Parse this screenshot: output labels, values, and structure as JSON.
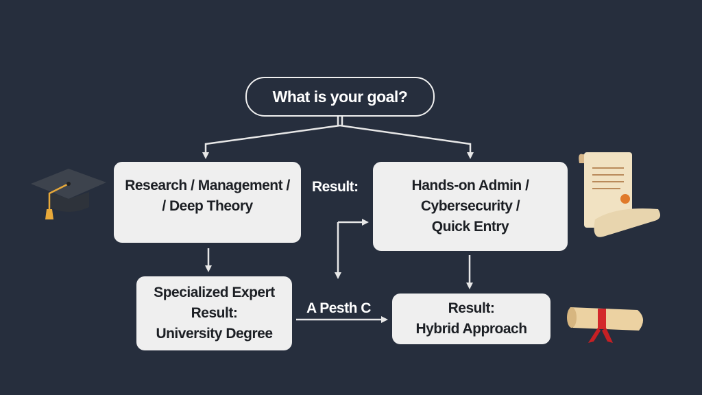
{
  "question": "What is your goal?",
  "nodes": {
    "theory": "Research / Management /\n/ Deep Theory",
    "practical": "Hands-on Admin /\nCybersecurity /\nQuick Entry",
    "degree": "Specialized Expert\nResult:\nUniversity Degree",
    "hybrid": "Result:\nHybrid Approach"
  },
  "labels": {
    "result": "Result:",
    "path": "A Pesth C"
  },
  "icons": [
    "graduation-cap-icon",
    "certificate-scroll-icon",
    "diploma-icon"
  ],
  "colors": {
    "background": "#262e3d",
    "box": "#efefef",
    "line": "#e8e8e8",
    "gold": "#e8a93a"
  }
}
